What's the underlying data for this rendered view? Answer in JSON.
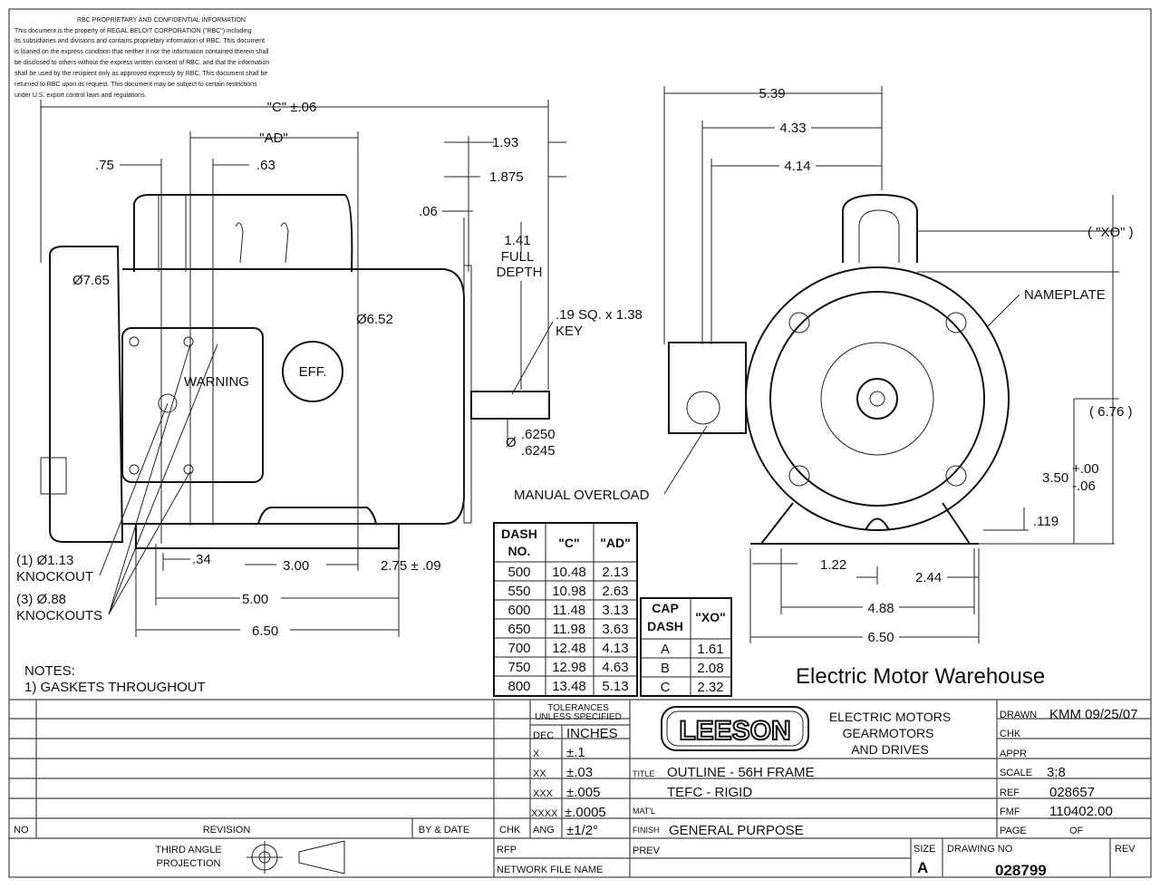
{
  "notice": {
    "title": "RBC PROPRIETARY AND CONFIDENTIAL INFORMATION",
    "lines": [
      "This document is the property of REGAL BELOIT CORPORATION (\"RBC\") including",
      "its subsidiaries and divisions and contains proprietary information of RBC.  This document",
      "is loaned on the express condition that neither it nor the information contained therein shall",
      "be disclosed to others without the express written consent of RBC, and that the information",
      "shall be used by the recipient only as approved expressly by RBC.  This document shall be",
      "returned to RBC upon its request.  This document may be subject to certain restrictions",
      "under U.S. export control laws and regulations."
    ]
  },
  "side_view": {
    "dim_c": "\"C\" ±.06",
    "dim_ad": "\"AD\"",
    "dim_75": ".75",
    "dim_63": ".63",
    "dim_193": "1.93",
    "dim_1875": "1.875",
    "dim_06": ".06",
    "dim_141": "1.41",
    "full": "FULL",
    "depth": "DEPTH",
    "dia_765": "Ø7.65",
    "dia_652": "Ø6.52",
    "key": ".19 SQ. x 1.38",
    "key2": "KEY",
    "warning": "WARNING",
    "eff": "EFF.",
    "shaft_dia": "Ø",
    "shaft1": ".6250",
    "shaft2": ".6245",
    "manual_overload": "MANUAL OVERLOAD",
    "dim_34": ".34",
    "dim_300": "3.00",
    "dim_275": "2.75 ± .09",
    "dim_500": "5.00",
    "dim_650": "6.50",
    "ko1": "(1) Ø1.13",
    "ko1b": "KNOCKOUT",
    "ko3": "(3) Ø.88",
    "ko3b": "KNOCKOUTS"
  },
  "end_view": {
    "dim_539": "5.39",
    "dim_433": "4.33",
    "dim_414": "4.14",
    "xo": "( \"XO\" )",
    "nameplate": "NAMEPLATE",
    "dim_676": "( 6.76 )",
    "dim_350": "3.50",
    "tol_plus": "+.00",
    "tol_minus": "-.06",
    "dim_119": ".119",
    "dim_122": "1.22",
    "dim_244": "2.44",
    "dim_488": "4.88",
    "dim_650": "6.50"
  },
  "dash_table": {
    "headers": [
      "DASH",
      "NO.",
      "\"C\"",
      "\"AD\""
    ],
    "rows": [
      [
        "500",
        "10.48",
        "2.13"
      ],
      [
        "550",
        "10.98",
        "2.63"
      ],
      [
        "600",
        "11.48",
        "3.13"
      ],
      [
        "650",
        "11.98",
        "3.63"
      ],
      [
        "700",
        "12.48",
        "4.13"
      ],
      [
        "750",
        "12.98",
        "4.63"
      ],
      [
        "800",
        "13.48",
        "5.13"
      ]
    ]
  },
  "cap_table": {
    "headers": [
      "CAP",
      "DASH",
      "\"XO\""
    ],
    "rows": [
      [
        "A",
        "1.61"
      ],
      [
        "B",
        "2.08"
      ],
      [
        "C",
        "2.32"
      ]
    ]
  },
  "notes": {
    "title": "NOTES:",
    "items": [
      "1) GASKETS THROUGHOUT"
    ]
  },
  "watermark": "Electric Motor Warehouse",
  "title_block": {
    "tolerances": "TOLERANCES",
    "unless": "UNLESS SPECIFIED",
    "dec": "DEC",
    "inches": "INCHES",
    "tol_rows": [
      [
        "X",
        "±.1"
      ],
      [
        "XX",
        "±.03"
      ],
      [
        "XXX",
        "±.005"
      ],
      [
        "XXXX",
        "±.0005"
      ]
    ],
    "ang": "ANG",
    "ang_val": "±1/2°",
    "chk": "CHK",
    "logo": "LEESON",
    "company": [
      "ELECTRIC MOTORS",
      "GEARMOTORS",
      "AND DRIVES"
    ],
    "title_label": "TITLE",
    "title1": "OUTLINE - 56H FRAME",
    "title2": "TEFC - RIGID",
    "matl": "MAT'L",
    "finish_label": "FINISH",
    "finish": "GENERAL PURPOSE",
    "drawn_label": "DRAWN",
    "drawn": "KMM 09/25/07",
    "chk_label": "CHK",
    "appr": "APPR",
    "scale_label": "SCALE",
    "scale": "3:8",
    "ref_label": "REF",
    "ref": "028657",
    "fmf_label": "FMF",
    "fmf": "110402.00",
    "page": "PAGE",
    "of": "OF",
    "no": "NO",
    "revision": "REVISION",
    "by_date": "BY & DATE",
    "projection1": "THIRD ANGLE",
    "projection2": "PROJECTION",
    "rfp": "RFP",
    "prev": "PREV",
    "network": "NETWORK FILE NAME",
    "size_label": "SIZE",
    "size": "A",
    "drawing_no_label": "DRAWING NO",
    "drawing_no": "028799",
    "rev": "REV"
  }
}
